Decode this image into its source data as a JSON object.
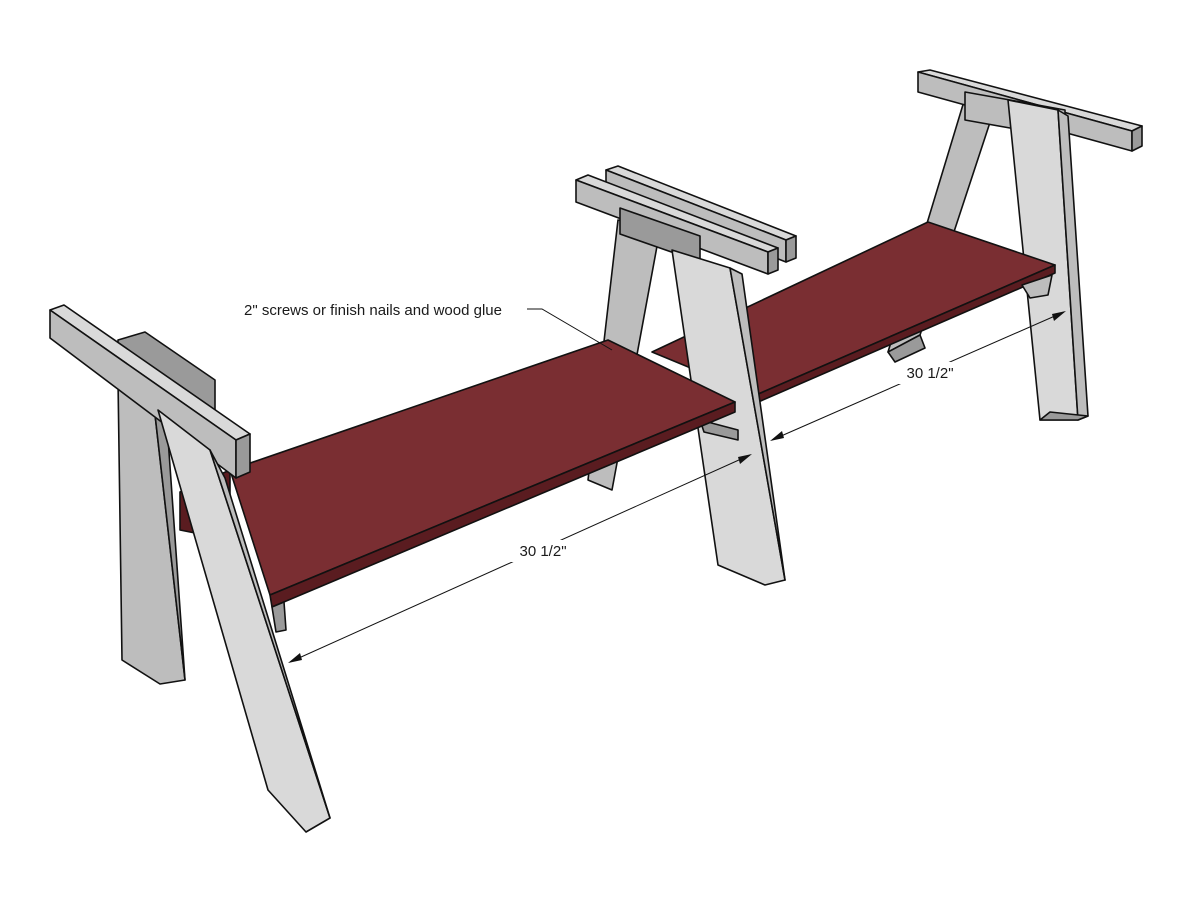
{
  "annotations": {
    "fastener_note": "2\" screws or finish nails and wood glue",
    "dimension_right": "30 1/2\"",
    "dimension_left": "30 1/2\""
  },
  "colors": {
    "wood_light": "#d9d9d9",
    "wood_mid": "#bdbdbd",
    "wood_dark": "#9a9a9a",
    "seat_top": "#7a2e32",
    "seat_edge": "#5a1c20",
    "line": "#111111",
    "background": "#ffffff"
  }
}
